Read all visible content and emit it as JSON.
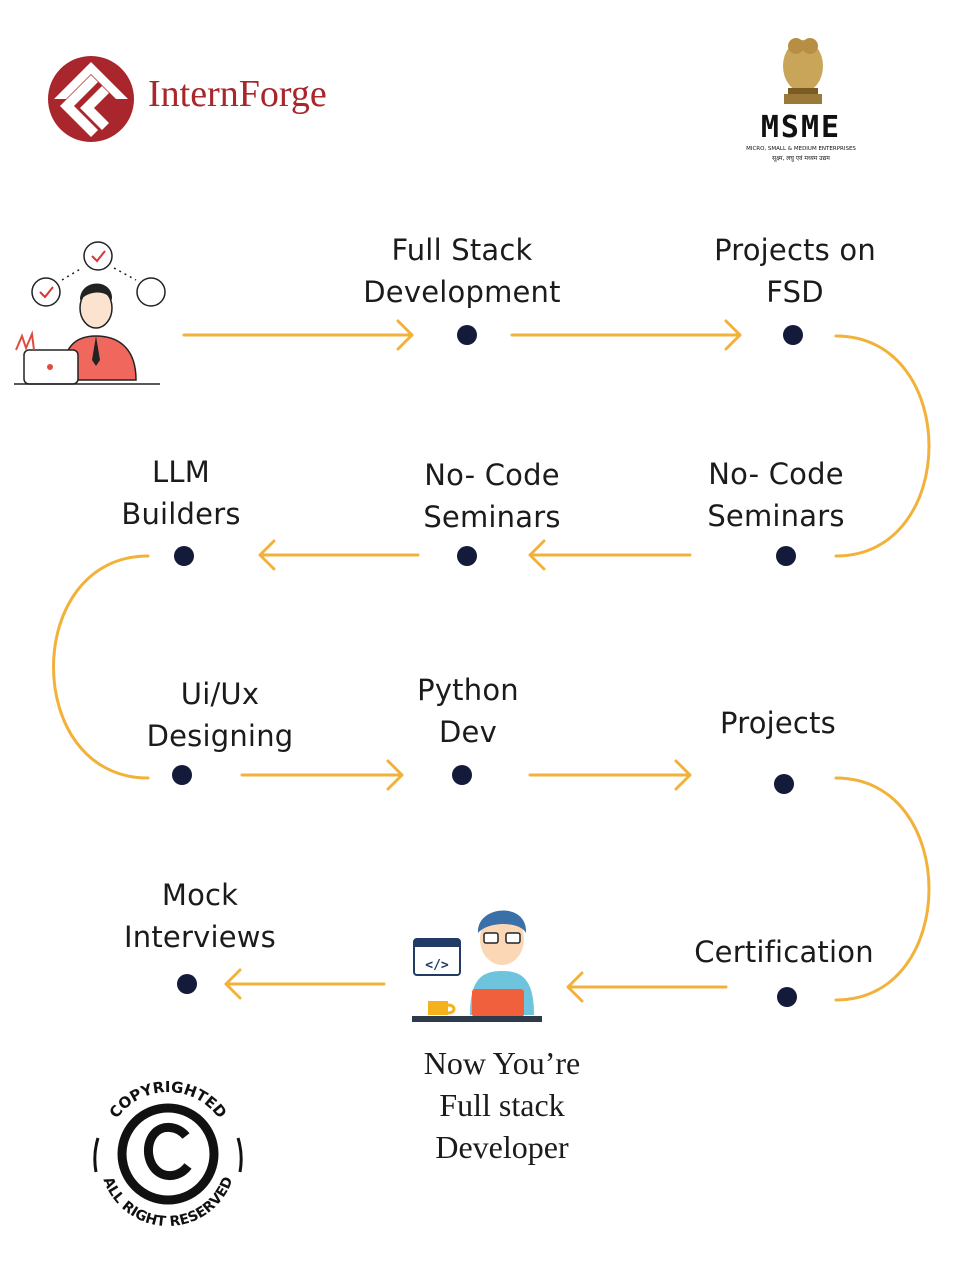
{
  "brand": {
    "name": "InternForge",
    "color": "#a8262c"
  },
  "partner": {
    "logo_text": "MSME",
    "subtitle": "MICRO, SMALL & MEDIUM ENTERPRISES",
    "tagline": "सूक्ष्म, लघु एवं मध्यम उद्यम"
  },
  "accent_color": "#f2b23a",
  "node_color": "#141a3a",
  "steps": [
    {
      "label": "Full Stack\nDevelopment"
    },
    {
      "label": "Projects on\nFSD"
    },
    {
      "label": "No- Code\nSeminars"
    },
    {
      "label": "No- Code\nSeminars"
    },
    {
      "label": "LLM\nBuilders"
    },
    {
      "label": "Ui/Ux\nDesigning"
    },
    {
      "label": "Python\nDev"
    },
    {
      "label": "Projects"
    },
    {
      "label": "Certification"
    },
    {
      "label": "Mock\nInterviews"
    }
  ],
  "outcome": {
    "label": "Now You’re\nFull stack\nDeveloper"
  },
  "copyright": {
    "top": "COPYRIGHTED",
    "bottom": "ALL RIGHT RESERVED",
    "symbol": "C"
  }
}
